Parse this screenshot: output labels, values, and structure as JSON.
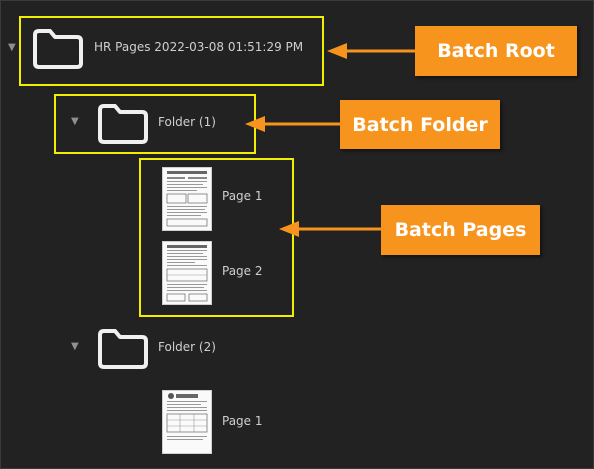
{
  "tree": {
    "root": {
      "label": "HR Pages 2022-03-08 01:51:29 PM",
      "icon": "folder-icon",
      "expanded": true
    },
    "folders": [
      {
        "label": "Folder (1)",
        "icon": "folder-icon",
        "expanded": true,
        "pages": [
          {
            "label": "Page 1"
          },
          {
            "label": "Page 2"
          }
        ]
      },
      {
        "label": "Folder (2)",
        "icon": "folder-icon",
        "expanded": true,
        "pages": [
          {
            "label": "Page 1"
          }
        ]
      }
    ]
  },
  "callouts": {
    "batch_root": "Batch Root",
    "batch_folder": "Batch Folder",
    "batch_pages": "Batch Pages"
  },
  "colors": {
    "background": "#222222",
    "highlight": "#f2ee00",
    "callout": "#f7941d",
    "callout_text": "#ffffff",
    "label_text": "#cfcfcf"
  }
}
